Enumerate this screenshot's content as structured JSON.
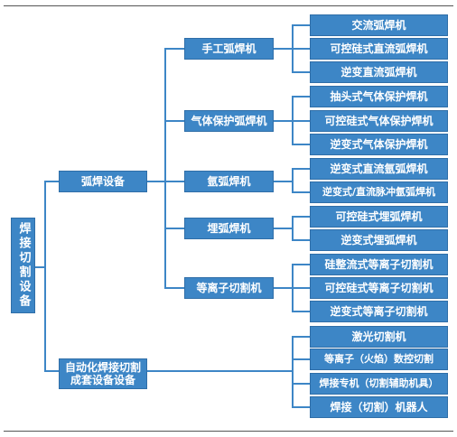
{
  "root": "焊接切割设备",
  "level1": [
    "弧焊设备",
    "自动化焊接切割成套设备设备"
  ],
  "level2": [
    "手工弧焊机",
    "气体保护弧焊机",
    "氩弧焊机",
    "埋弧焊机",
    "等离子切割机"
  ],
  "leaves": [
    "交流弧焊机",
    "可控硅式直流弧焊机",
    "逆变直流弧焊机",
    "抽头式气体保护焊机",
    "可控硅式气体保护焊机",
    "逆变式气体保护焊机",
    "逆变式直流氩弧焊机",
    "逆变式/直流脉冲氩弧焊机",
    "可控硅式埋弧焊机",
    "逆变式埋弧焊机",
    "硅整流式等离子切割机",
    "可控硅式等离子切割机",
    "逆变式等离子切割机",
    "激光切割机",
    "等离子（火焰）数控切割",
    "焊接专机（切割辅助机具）",
    "焊接（切割）机器人"
  ]
}
